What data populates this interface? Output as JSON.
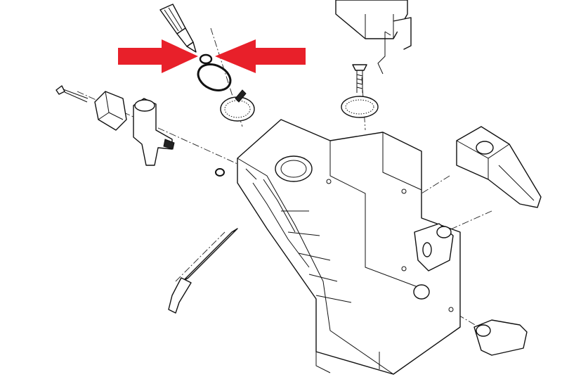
{
  "diagram": {
    "type": "exploded-parts-view",
    "colors": {
      "arrow": "#e8202a",
      "line": "#111111",
      "background": "#ffffff"
    },
    "highlight": {
      "arrows": 2,
      "target": "o-ring"
    }
  }
}
